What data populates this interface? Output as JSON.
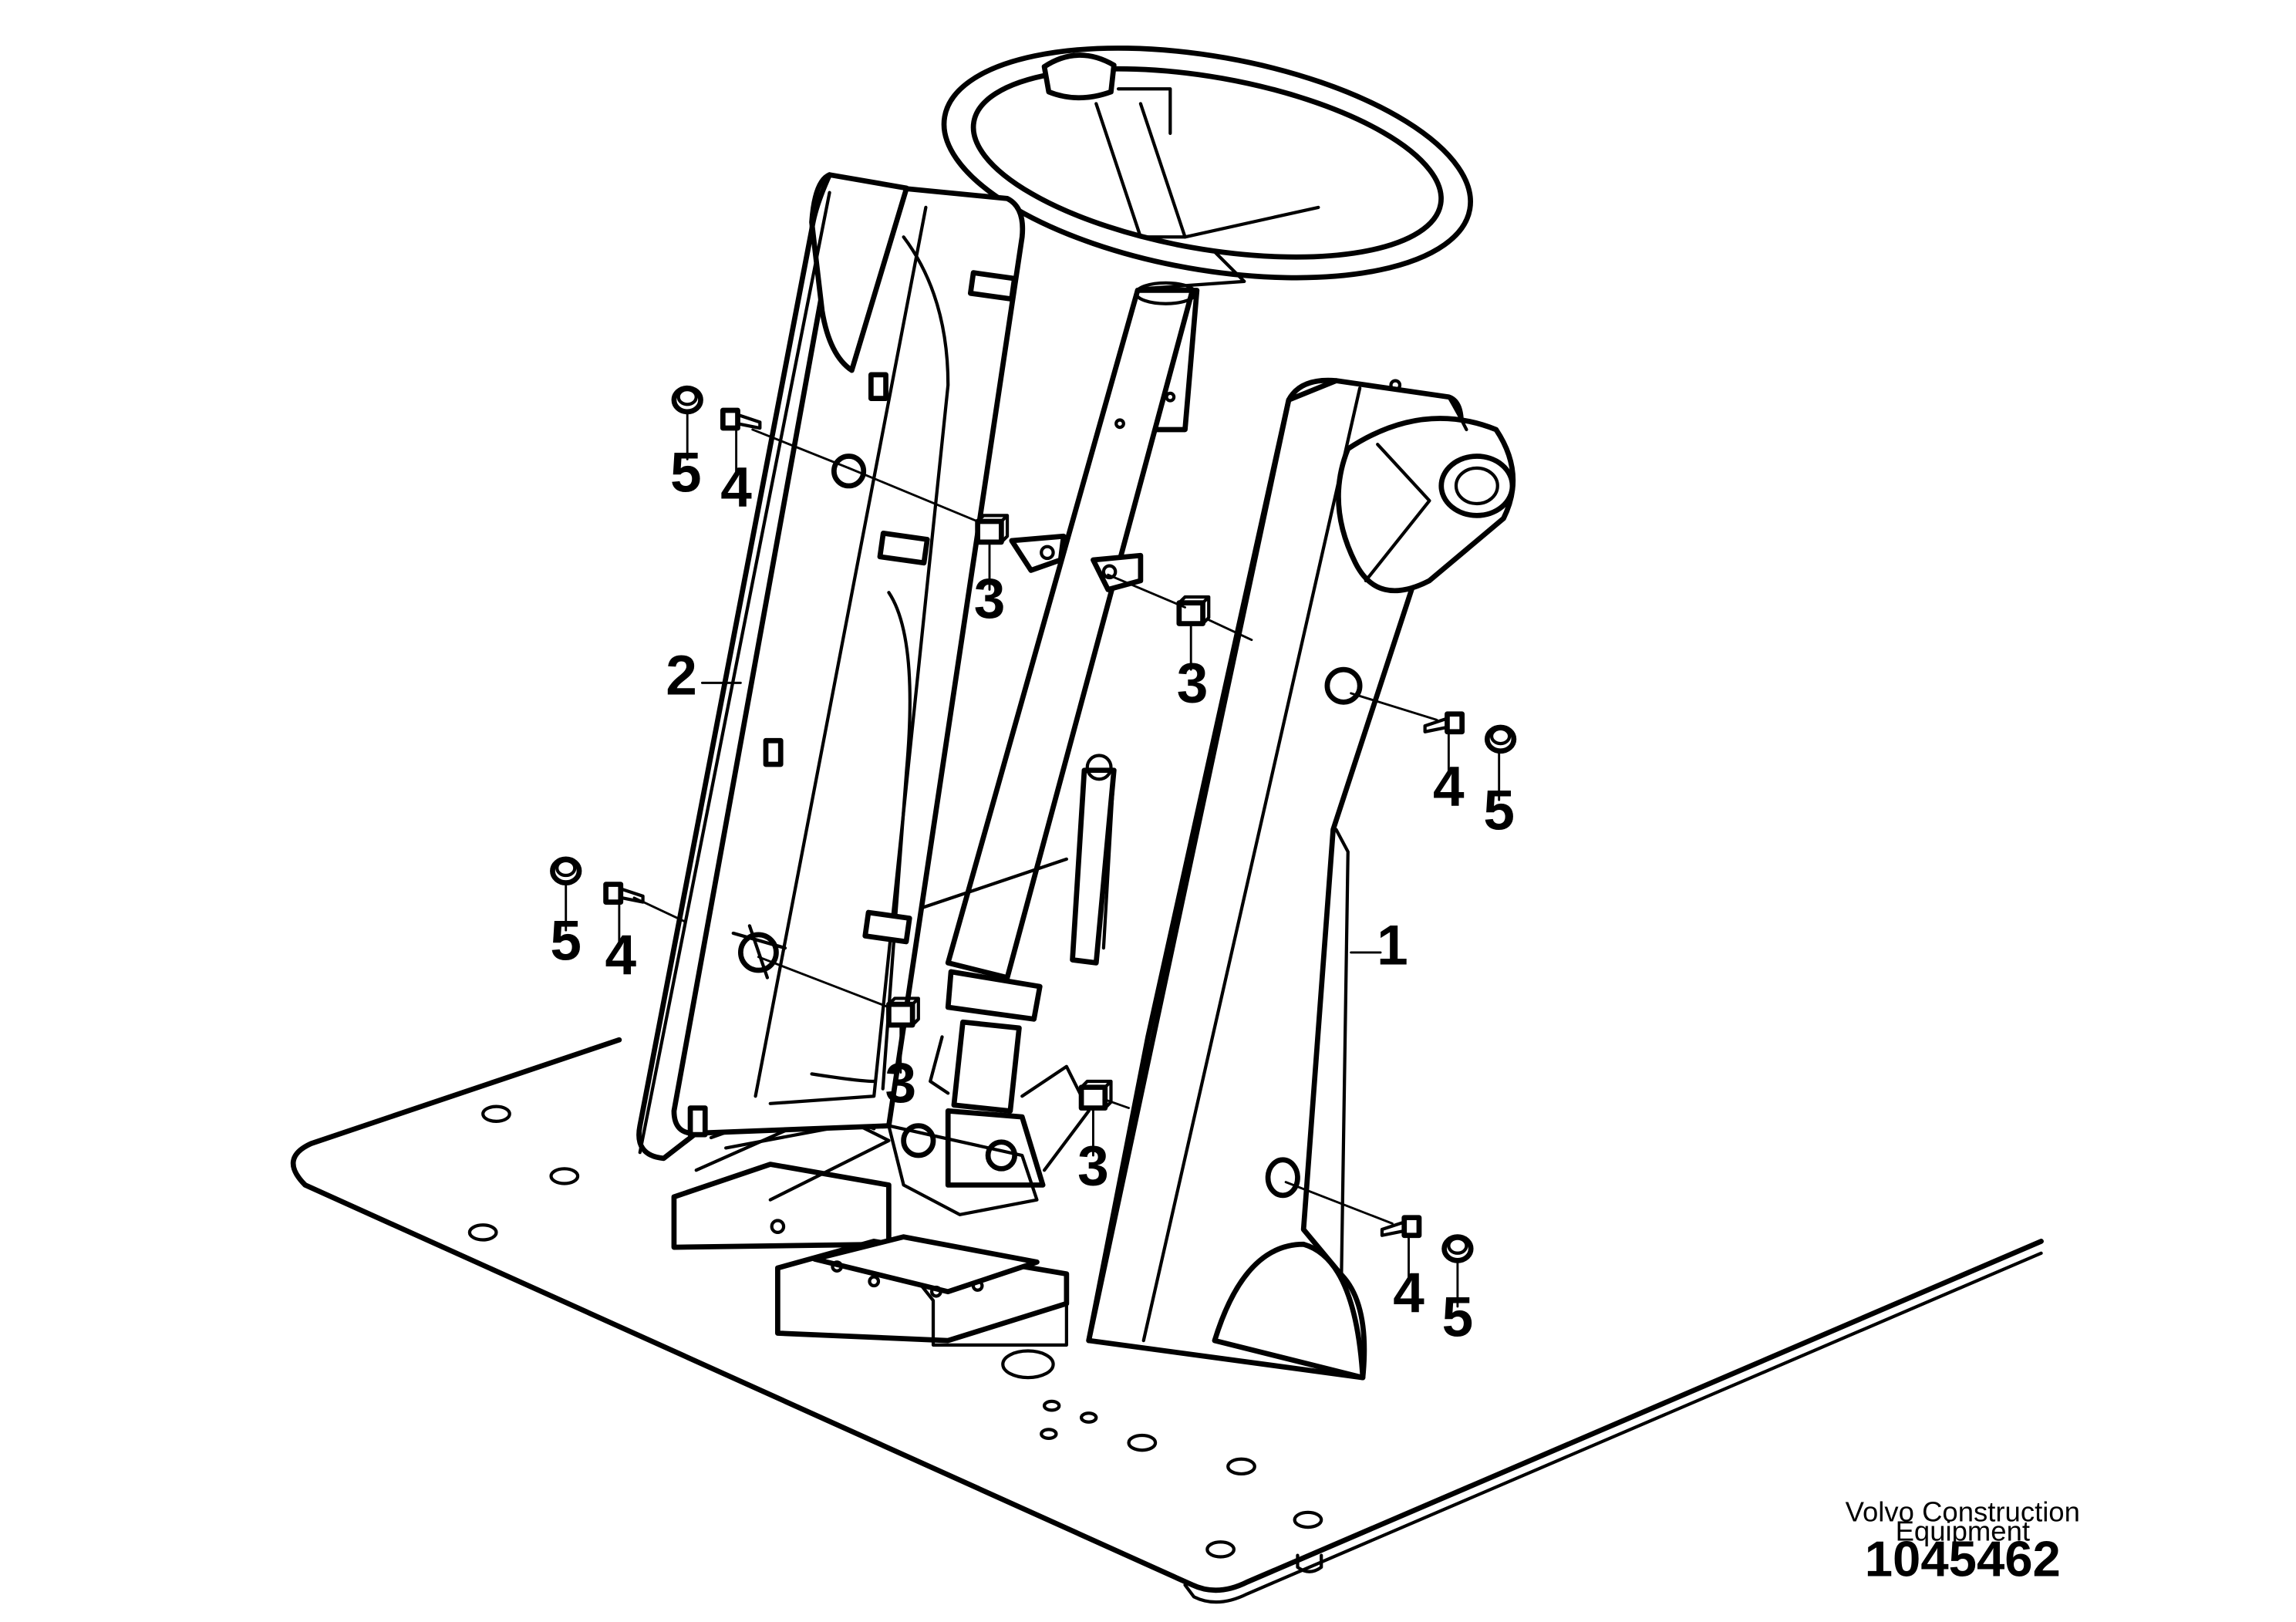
{
  "callouts": {
    "part_1": "1",
    "part_2": "2",
    "part_3": "3",
    "part_4": "4",
    "part_5": "5"
  },
  "footer": {
    "brand_line1": "Volvo Construction",
    "brand_line2": "Equipment",
    "document_number": "1045462"
  }
}
